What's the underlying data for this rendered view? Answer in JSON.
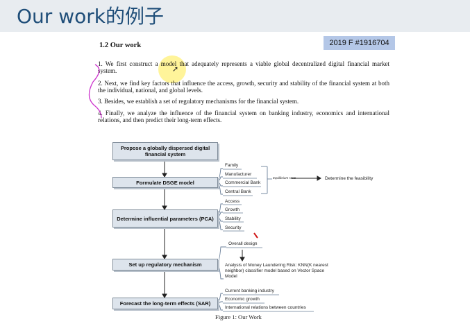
{
  "slide": {
    "title": "Our work的例子"
  },
  "doc": {
    "section": "1.2   Our work",
    "tag": "2019 F #1916704",
    "items": [
      "1. We first construct a model that adequately represents a viable global decentralized digital financial market system.",
      "2. Next, we find key factors that influence the access, growth, security and stability of the financial system at both the individual, national, and global levels.",
      "3. Besides, we establish a set of regulatory mechanisms for the financial system.",
      "4. Finally, we analyze the influence of the financial system on banking industry, economics and international relations, and then predict their long-term effects."
    ]
  },
  "flow": {
    "boxes": [
      "Propose a globally dispersed digital financial system",
      "Formulate DSGE model",
      "Determine influential parameters (PCA)",
      "Set up regulatory mechanism",
      "Forecast the long-term effects (SAR)"
    ],
    "dsge_items": [
      "Family",
      "Manufacturer",
      "Commercial Bank",
      "Central Bank"
    ],
    "equilibrium_label": "Equilibrium state",
    "feasibility_label": "Determine the feasibility",
    "pca_items": [
      "Access",
      "Growth",
      "Stability",
      "Security"
    ],
    "reg_items": [
      "Overall design",
      "Analysis of Money Laundering Risk: KNN(K nearest neighbor) classifier model based on Vector Space Model"
    ],
    "forecast_items": [
      "Current banking industry",
      "Economic growth",
      "International relations between countries"
    ],
    "caption": "Figure 1: Our Work"
  },
  "colors": {
    "title": "#1f4e79",
    "tag_bg": "#b4c7e7",
    "annotation": "#cc33cc",
    "box_bg": "#dde4ec"
  }
}
